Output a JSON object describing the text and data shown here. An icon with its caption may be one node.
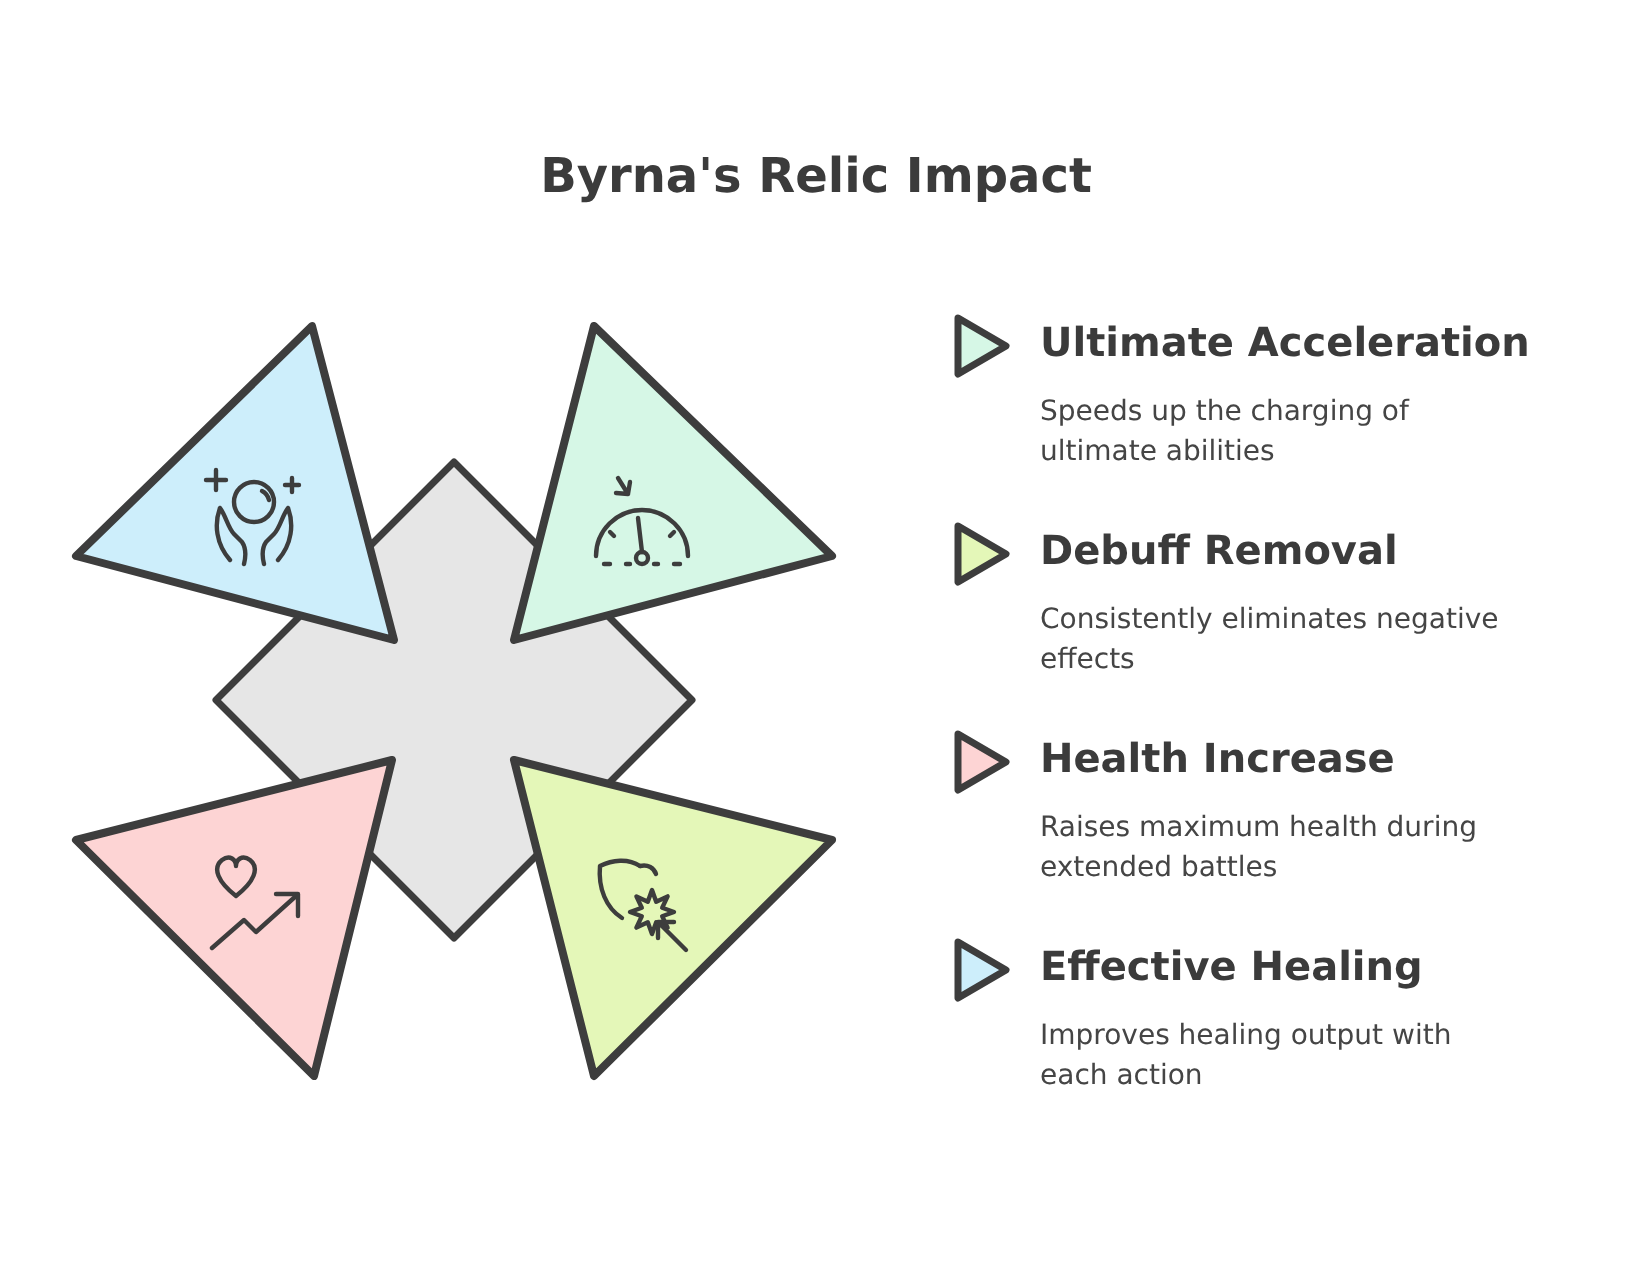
{
  "diagram": {
    "title": "Byrna's Relic Impact",
    "labels": [
      "Speeds up the charging of ultimate abilities",
      "Consistently eliminates negative effects",
      "Raises maximum health during extended battles",
      "Improves healing output with each action"
    ],
    "legend": [
      {
        "text": "Ultimate Acceleration",
        "color": "#d6f7e6"
      },
      {
        "text": "Debuff Removal",
        "color": "#e4f7b8"
      },
      {
        "text": "Health Increase",
        "color": "#fdd4d4"
      },
      {
        "text": "Effective Healing",
        "color": "#cdeefb"
      }
    ]
  }
}
